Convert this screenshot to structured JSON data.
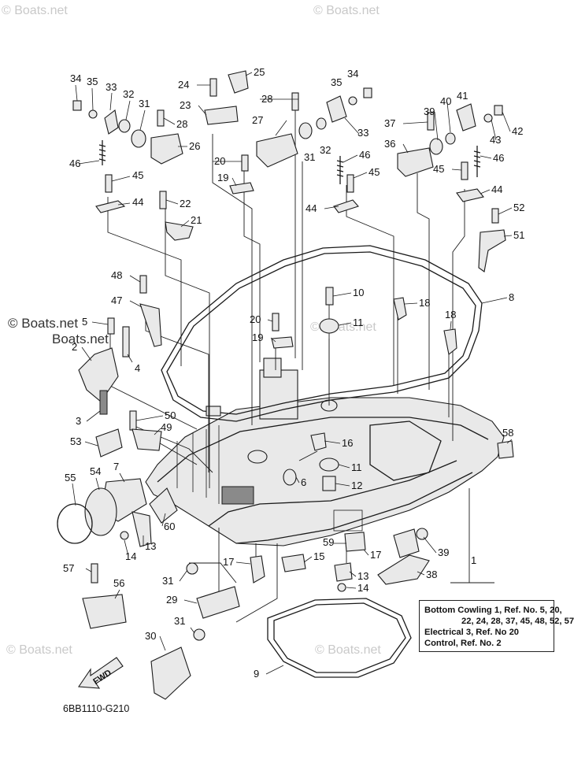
{
  "watermarks": {
    "top_left": "© Boats.net",
    "top_right": "© Boats.net",
    "mid_left": "© Boats.net",
    "mid_left_sub": "Boats.net",
    "mid_center": "© Boats.net",
    "bottom_left": "© Boats.net",
    "bottom_right": "© Boats.net"
  },
  "diagram_code": "6BB1110-G210",
  "fwd_label": "FWD",
  "notes": {
    "line1": "Bottom Cowling 1,   Ref. No.  5, 20,",
    "line2": "22, 24, 28, 37, 45, 48, 52, 57",
    "line3": "Electrical 3,   Ref. No  20",
    "line4": "Control,   Ref. No. 2",
    "ref_label": "1"
  },
  "callouts": {
    "c34a": "34",
    "c35a": "35",
    "c33a": "33",
    "c32a": "32",
    "c31a": "31",
    "c28a": "28",
    "c26": "26",
    "c46a": "46",
    "c45a": "45",
    "c44a": "44",
    "c22": "22",
    "c21": "21",
    "c24": "24",
    "c25": "25",
    "c23": "23",
    "c28b": "28",
    "c27": "27",
    "c32b": "32",
    "c31b": "31",
    "c20a": "20",
    "c19a": "19",
    "c35b": "35",
    "c34b": "34",
    "c33b": "33",
    "c46b": "46",
    "c45b": "45",
    "c44b": "44",
    "c41": "41",
    "c37": "37",
    "c39a": "39",
    "c40": "40",
    "c36": "36",
    "c42": "42",
    "c43": "43",
    "c45c": "45",
    "c46c": "46",
    "c44c": "44",
    "c52": "52",
    "c51": "51",
    "c48": "48",
    "c47": "47",
    "c5": "5",
    "c2": "2",
    "c4": "4",
    "c3": "3",
    "c10": "10",
    "c18a": "18",
    "c8": "8",
    "c20b": "20",
    "c19b": "19",
    "c11a": "11",
    "c18b": "18",
    "c50": "50",
    "c49": "49",
    "c53": "53",
    "c7": "7",
    "c55": "55",
    "c54": "54",
    "c60": "60",
    "c13a": "13",
    "c14a": "14",
    "c16": "16",
    "c11b": "11",
    "c6": "6",
    "c12": "12",
    "c58": "58",
    "c59": "59",
    "c17a": "17",
    "c39b": "39",
    "c1": "1",
    "c57": "57",
    "c56": "56",
    "c31c": "31",
    "c17b": "17",
    "c15": "15",
    "c13b": "13",
    "c14b": "14",
    "c38": "38",
    "c29": "29",
    "c31d": "31",
    "c30": "30",
    "c9": "9"
  }
}
